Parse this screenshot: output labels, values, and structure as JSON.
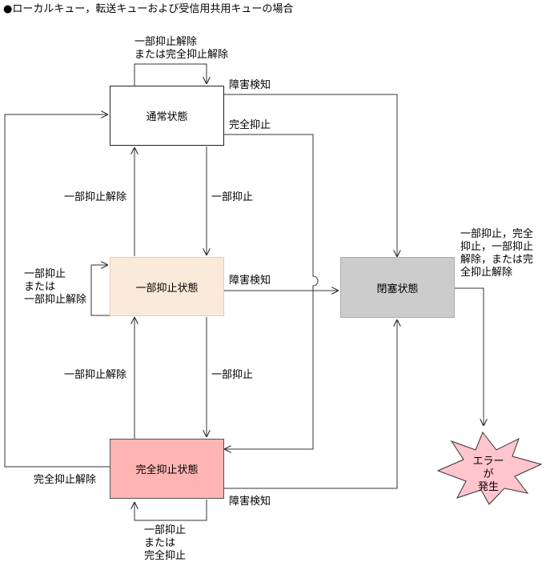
{
  "title": "●ローカルキュー，転送キューおよび受信用共用キューの場合",
  "colors": {
    "normal": "#ffffff",
    "partial": "#f9eada",
    "full": "#ffb4b4",
    "blocked": "#cccccc",
    "error": "#ffc4cc",
    "line": "#333333"
  },
  "states": {
    "normal": "通常状態",
    "partial": "一部抑止状態",
    "full": "完全抑止状態",
    "blocked": "閉塞状態",
    "error": "エラーが\n発生"
  },
  "labels": {
    "normal_self": "一部抑止解除\nまたは完全抑止解除",
    "normal_fault": "障害検知",
    "normal_full": "完全抑止",
    "partial_to_normal": "一部抑止解除",
    "normal_to_partial": "一部抑止",
    "partial_self": "一部抑止\nまたは\n一部抑止解除",
    "partial_fault": "障害検知",
    "full_to_partial": "一部抑止解除",
    "partial_to_full": "一部抑止",
    "full_release": "完全抑止解除",
    "full_fault": "障害検知",
    "full_self": "一部抑止\nまたは\n完全抑止",
    "blocked_any": "一部抑止，完全\n抑止，一部抑止\n解除，または完\n全抑止解除"
  }
}
